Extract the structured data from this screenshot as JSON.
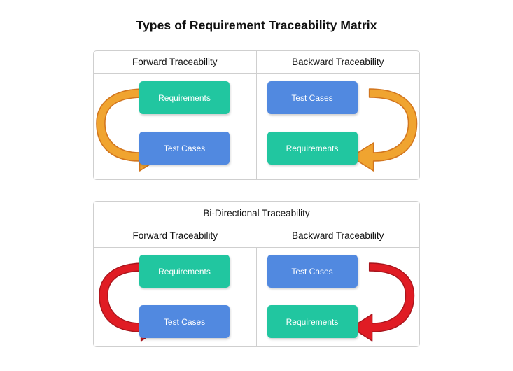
{
  "page": {
    "title": "Types of Requirement Traceability Matrix",
    "background_color": "#ffffff"
  },
  "colors": {
    "requirements_box": "#21c6a0",
    "test_cases_box": "#5189e0",
    "arrow_orange": "#f0a430",
    "arrow_orange_edge": "#d2761e",
    "arrow_red": "#e01c24",
    "arrow_red_edge": "#a8151c",
    "panel_border": "#cfcfcf",
    "text_dark": "#111111",
    "box_label": "#ffffff"
  },
  "panels": [
    {
      "id": "forward-backward",
      "panel_title": null,
      "columns": [
        {
          "header": "Forward Traceability",
          "side": "left",
          "arrow_color": "#f0a430",
          "arrow_direction": "counter-clockwise",
          "top_box": {
            "label": "Requirements",
            "color": "green"
          },
          "bottom_box": {
            "label": "Test Cases",
            "color": "blue"
          }
        },
        {
          "header": "Backward Traceability",
          "side": "right",
          "arrow_color": "#f0a430",
          "arrow_direction": "clockwise",
          "top_box": {
            "label": "Test Cases",
            "color": "blue"
          },
          "bottom_box": {
            "label": "Requirements",
            "color": "green"
          }
        }
      ]
    },
    {
      "id": "bidirectional",
      "panel_title": "Bi-Directional Traceability",
      "columns": [
        {
          "header": "Forward Traceability",
          "side": "left",
          "arrow_color": "#e01c24",
          "arrow_direction": "counter-clockwise",
          "top_box": {
            "label": "Requirements",
            "color": "green"
          },
          "bottom_box": {
            "label": "Test Cases",
            "color": "blue"
          }
        },
        {
          "header": "Backward Traceability",
          "side": "right",
          "arrow_color": "#e01c24",
          "arrow_direction": "clockwise",
          "top_box": {
            "label": "Test Cases",
            "color": "blue"
          },
          "bottom_box": {
            "label": "Requirements",
            "color": "green"
          }
        }
      ]
    }
  ]
}
